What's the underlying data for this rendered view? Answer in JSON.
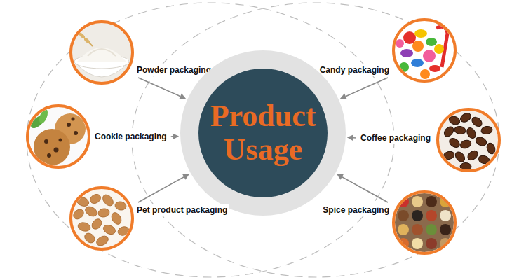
{
  "diagram": {
    "nodes": [
      {
        "text": [
          "Powder packaging"
        ]
      },
      {
        "text": [
          "Candy packaging"
        ]
      },
      {
        "text": [
          "Cookie packaging"
        ]
      },
      {
        "text": [
          "Product Usage"
        ]
      },
      {
        "text": [
          "Coffee packaging"
        ]
      },
      {
        "text": [
          "Pet product packaging"
        ]
      },
      {
        "text": [
          "Spice packaging"
        ]
      }
    ],
    "edges": [
      {
        "from": 0,
        "to": 3,
        "arrow": "to"
      },
      {
        "from": 1,
        "to": 3,
        "arrow": "to"
      },
      {
        "from": 2,
        "to": 3,
        "arrow": "to"
      },
      {
        "from": 4,
        "to": 3,
        "arrow": "to"
      },
      {
        "from": 5,
        "to": 3,
        "arrow": "to"
      },
      {
        "from": 6,
        "to": 3,
        "arrow": "to"
      }
    ]
  }
}
